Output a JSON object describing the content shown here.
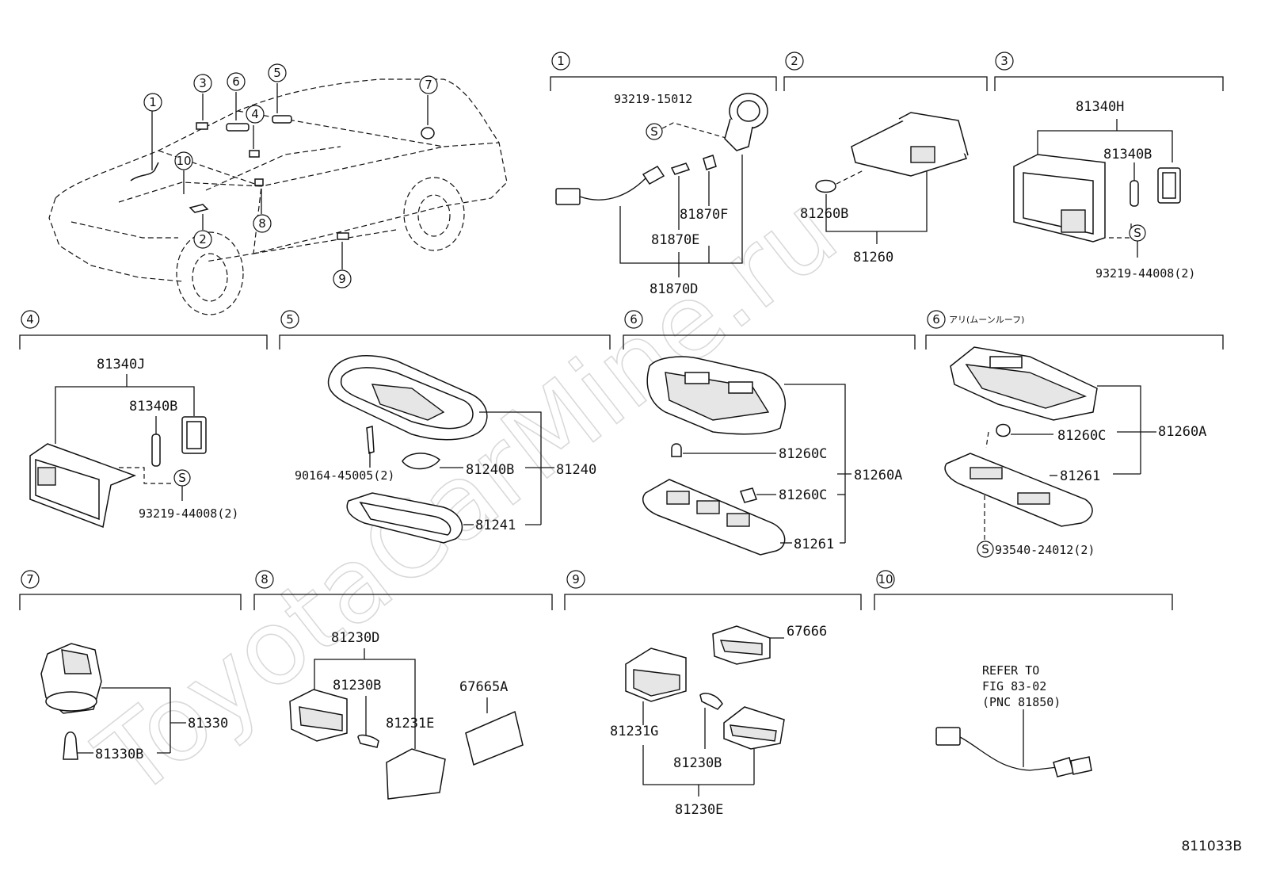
{
  "watermark": "ToyotaCarMine.ru",
  "figure_code": "811033B",
  "car_callouts": [
    "1",
    "2",
    "3",
    "4",
    "5",
    "6",
    "7",
    "8",
    "9",
    "10"
  ],
  "sections": {
    "s1": {
      "num": "1",
      "parts": {
        "p1": "93219-15012",
        "p2": "81870F",
        "p3": "81870E",
        "p4": "81870D"
      }
    },
    "s2": {
      "num": "2",
      "parts": {
        "p1": "81260B",
        "p2": "81260"
      }
    },
    "s3": {
      "num": "3",
      "parts": {
        "p1": "81340H",
        "p2": "81340B",
        "p3": "93219-44008(2)"
      }
    },
    "s4": {
      "num": "4",
      "parts": {
        "p1": "81340J",
        "p2": "81340B",
        "p3": "93219-44008(2)"
      }
    },
    "s5": {
      "num": "5",
      "parts": {
        "p1": "90164-45005(2)",
        "p2": "81240B",
        "p3": "81240",
        "p4": "81241"
      }
    },
    "s6": {
      "num": "6",
      "parts": {
        "p1": "81260C",
        "p2": "81260A",
        "p3": "81260C",
        "p4": "81261"
      }
    },
    "s6b": {
      "num": "6",
      "note": "アリ(ムーンルーフ)",
      "parts": {
        "p1": "81260C",
        "p2": "81260A",
        "p3": "81261",
        "p4": "93540-24012(2)"
      }
    },
    "s7": {
      "num": "7",
      "parts": {
        "p1": "81330",
        "p2": "81330B"
      }
    },
    "s8": {
      "num": "8",
      "parts": {
        "p1": "81230D",
        "p2": "81230B",
        "p3": "81231E",
        "p4": "67665A"
      }
    },
    "s9": {
      "num": "9",
      "parts": {
        "p1": "67666",
        "p2": "81231G",
        "p3": "81230B",
        "p4": "81230E"
      }
    },
    "s10": {
      "num": "10",
      "refer": [
        "REFER TO",
        "FIG 83-02",
        "(PNC 81850)"
      ]
    }
  },
  "s_mark": "S"
}
